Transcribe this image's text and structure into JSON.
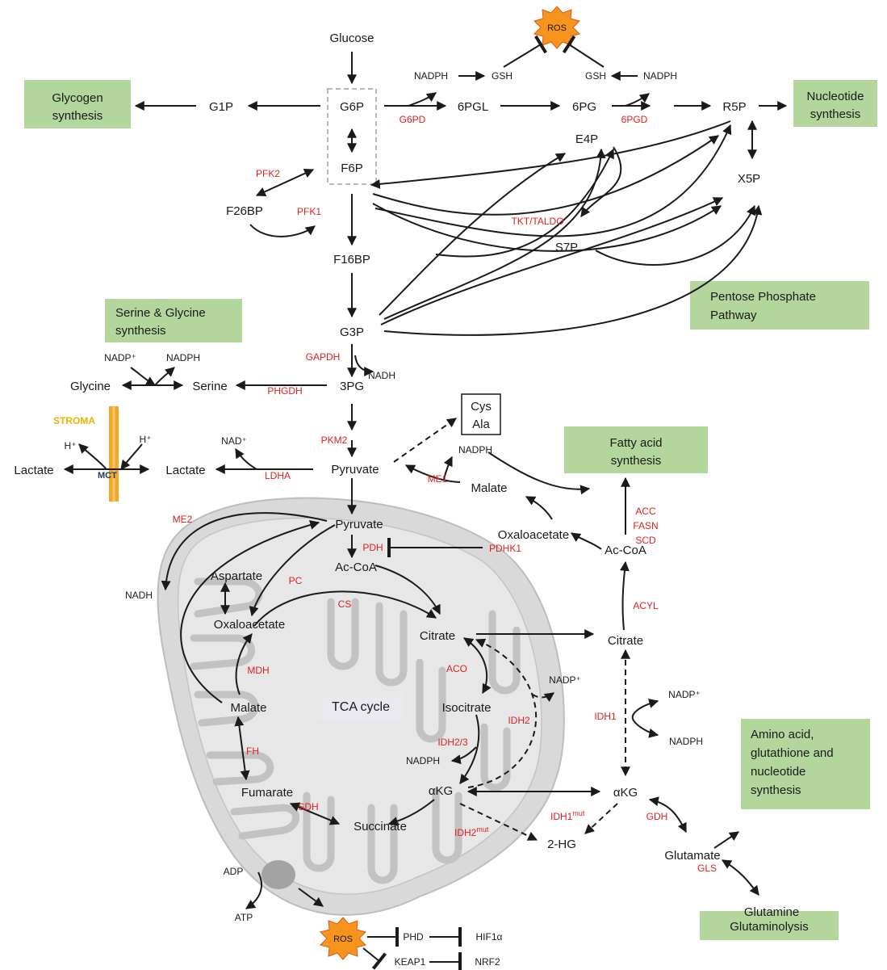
{
  "metabolites": {
    "glucose": "Glucose",
    "g6p": "G6P",
    "f6p": "F6P",
    "g1p": "G1P",
    "f26bp": "F26BP",
    "f16bp": "F16BP",
    "g3p": "G3P",
    "pg3": "3PG",
    "serine": "Serine",
    "glycine": "Glycine",
    "pyruvate": "Pyruvate",
    "lactate_in": "Lactate",
    "lactate_out": "Lactate",
    "nadph_a": "NADPH",
    "gsh_a": "GSH",
    "gsh_b": "GSH",
    "nadph_b": "NADPH",
    "pgl6": "6PGL",
    "pg6": "6PG",
    "r5p": "R5P",
    "e4p": "E4P",
    "x5p": "X5P",
    "s7p": "S7P",
    "nadh_g": "NADH",
    "nadp_ser": "NADP⁺",
    "nadph_ser": "NADPH",
    "nad_ldha": "NAD⁺",
    "h_left": "H⁺",
    "h_right": "H⁺",
    "cys": "Cys",
    "ala": "Ala",
    "nadph_me1": "NADPH",
    "malate_c": "Malate",
    "oaa_c": "Oxaloacetate",
    "acoa_c": "Ac-CoA",
    "citrate_c": "Citrate",
    "nadp_idh1": "NADP⁺",
    "nadph_idh1": "NADPH",
    "akg_c": "αKG",
    "hg2": "2-HG",
    "glutamate": "Glutamate",
    "glutamine": "Glutamine",
    "pyruvate_m": "Pyruvate",
    "acoa_m": "Ac-CoA",
    "aspartate": "Aspartate",
    "oaa_m": "Oxaloacetate",
    "nadh_me2": "NADH",
    "citrate_m": "Citrate",
    "isocitrate": "Isocitrate",
    "nadp_idh2": "NADP⁺",
    "nadph_idh23": "NADPH",
    "malate_m": "Malate",
    "fumarate": "Fumarate",
    "akg_m": "αKG",
    "succinate": "Succinate",
    "adp": "ADP",
    "atp": "ATP",
    "phd": "PHD",
    "hif": "HIF1α",
    "keap": "KEAP1",
    "nrf2": "NRF2",
    "ros": "ROS",
    "ros_bottom": "ROS",
    "tca": "TCA cycle",
    "stroma": "STROMA",
    "mct": "MCT"
  },
  "enzymes": {
    "g6pd": "G6PD",
    "pgd6": "6PGD",
    "pfk2": "PFK2",
    "pfk1": "PFK1",
    "tkt": "TKT/TALDO",
    "gapdh": "GAPDH",
    "phgdh": "PHGDH",
    "pkm2": "PKM2",
    "ldha": "LDHA",
    "me1": "ME1",
    "acc": "ACC",
    "fasn": "FASN",
    "scd": "SCD",
    "acyl": "ACYL",
    "pdh": "PDH",
    "pdhk1": "PDHK1",
    "me2": "ME2",
    "pc": "PC",
    "cs": "CS",
    "mdh": "MDH",
    "aco": "ACO",
    "idh2": "IDH2",
    "idh23": "IDH2/3",
    "idh1": "IDH1",
    "fh": "FH",
    "sdh": "SDH",
    "idh1mut_base": "IDH1",
    "idh1mut_sup": "mut",
    "idh2mut_base": "IDH2",
    "idh2mut_sup": "mut",
    "gdh": "GDH",
    "gls": "GLS"
  },
  "pathways": {
    "glycogen_1": "Glycogen",
    "glycogen_2": "synthesis",
    "nucleotide_1": "Nucleotide",
    "nucleotide_2": "synthesis",
    "serine_1": "Serine & Glycine",
    "serine_2": "synthesis",
    "ppp_1": "Pentose Phosphate",
    "ppp_2": "Pathway",
    "fatty_1": "Fatty acid",
    "fatty_2": "synthesis",
    "amino_1": "Amino acid,",
    "amino_2": "glutathione and",
    "amino_3": "nucleotide",
    "amino_4": "synthesis",
    "glutaminolysis": "Glutaminolysis"
  },
  "colors": {
    "pathway_box": "#b3d69c",
    "enzyme": "#e02020",
    "mito_outer": "#d9d9d9",
    "mito_inner": "#c2c2c2",
    "stroma_bar": "#f5a623",
    "ros": "#f7941d"
  }
}
